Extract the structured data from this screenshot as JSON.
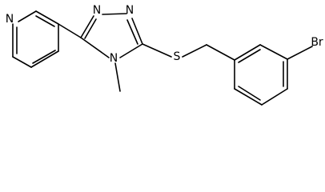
{
  "molecule": {
    "atoms": {
      "pyridine_n": "N",
      "triazole_n1": "N",
      "triazole_n2": "N",
      "triazole_n4": "N",
      "sulfur": "S",
      "bromine": "Br"
    }
  }
}
